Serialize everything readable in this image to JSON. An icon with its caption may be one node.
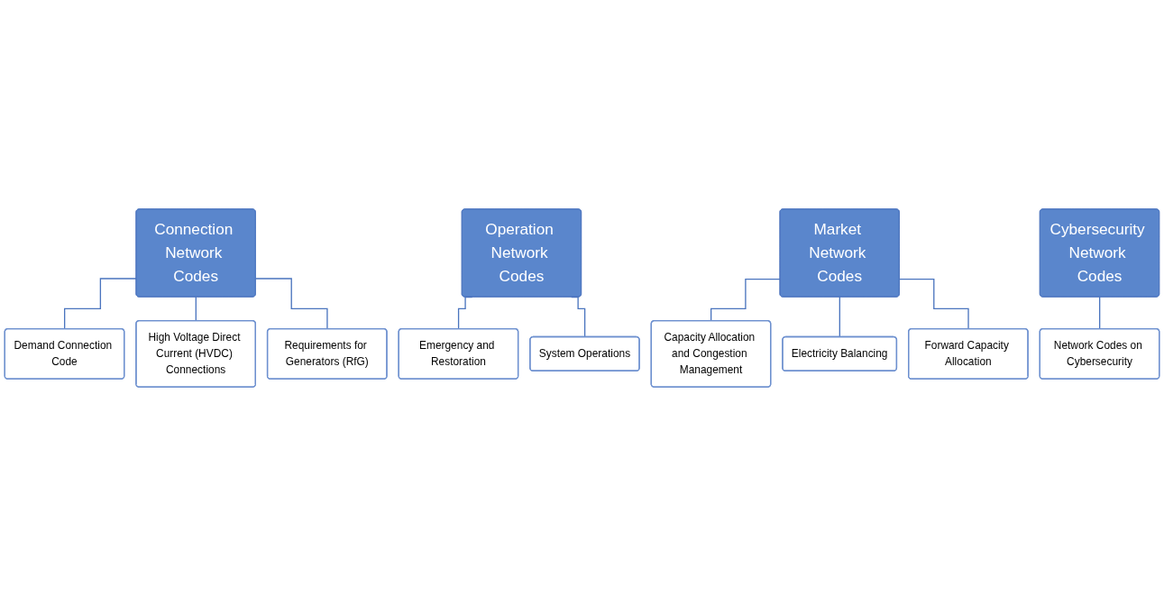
{
  "diagram": {
    "nodes": [
      {
        "text": [
          "Connection Network Codes"
        ]
      },
      {
        "text": [
          "Demand Connection Code"
        ]
      },
      {
        "text": [
          "High Voltage Direct Current (HVDC) Connections"
        ]
      },
      {
        "text": [
          "Requirements for Generators (RfG)"
        ]
      },
      {
        "text": [
          "Operation Network Codes"
        ]
      },
      {
        "text": [
          "Emergency and Restoration"
        ]
      },
      {
        "text": [
          "System Operations"
        ]
      },
      {
        "text": [
          "Market Network Codes"
        ]
      },
      {
        "text": [
          "Capacity Allocation and Congestion Management"
        ]
      },
      {
        "text": [
          "Electricity Balancing"
        ]
      },
      {
        "text": [
          "Forward Capacity Allocation"
        ]
      },
      {
        "text": [
          "Cybersecurity Network Codes"
        ]
      },
      {
        "text": [
          "Network Codes on Cybersecurity"
        ]
      }
    ],
    "edges": [
      {
        "from": 0,
        "to": 1,
        "arrow": "none"
      },
      {
        "from": 0,
        "to": 2,
        "arrow": "none"
      },
      {
        "from": 0,
        "to": 3,
        "arrow": "none"
      },
      {
        "from": 4,
        "to": 5,
        "arrow": "none"
      },
      {
        "from": 4,
        "to": 6,
        "arrow": "none"
      },
      {
        "from": 7,
        "to": 8,
        "arrow": "none"
      },
      {
        "from": 7,
        "to": 9,
        "arrow": "none"
      },
      {
        "from": 7,
        "to": 10,
        "arrow": "none"
      },
      {
        "from": 11,
        "to": 12,
        "arrow": "none"
      }
    ]
  }
}
